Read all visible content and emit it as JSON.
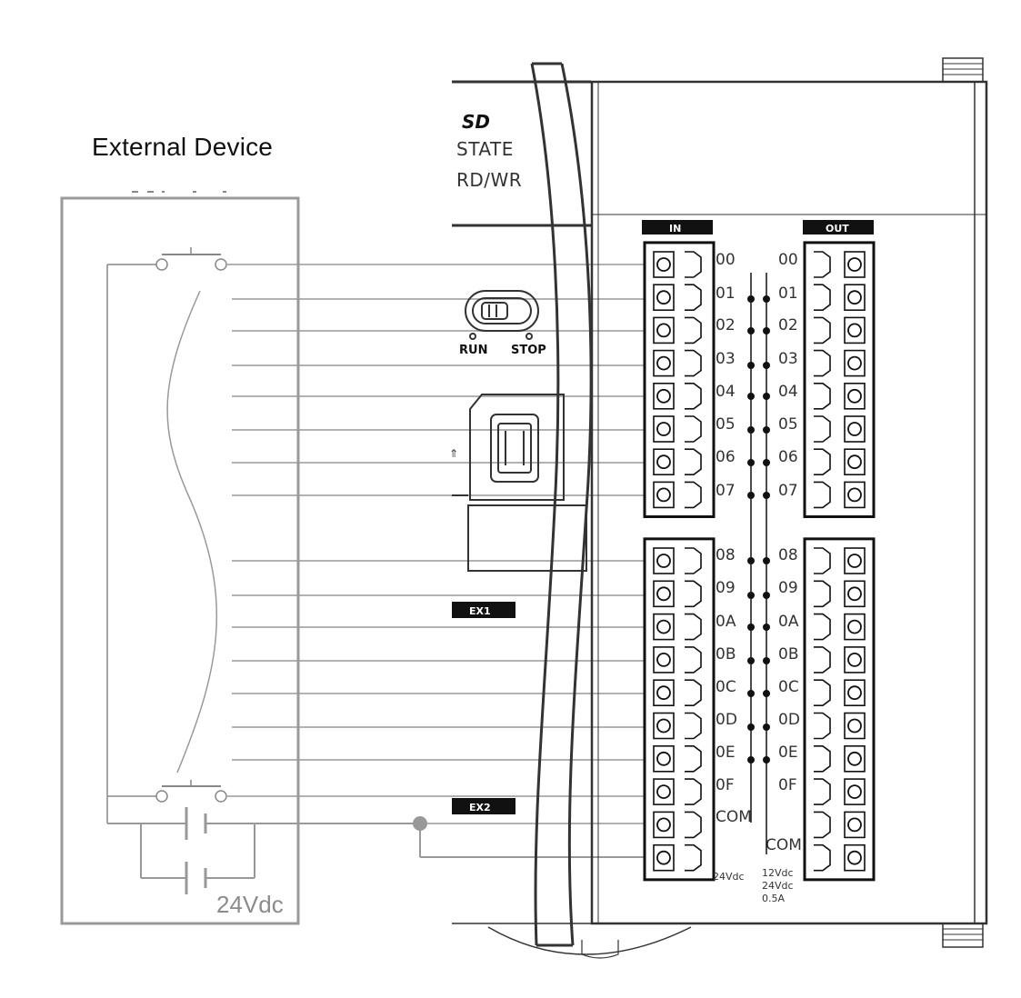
{
  "external_device": {
    "title": "External Device",
    "supply_label": "24Vdc"
  },
  "plc": {
    "sd_logo": "SD",
    "led_state": "STATE",
    "led_rdwr": "RD/WR",
    "switch_run": "RUN",
    "switch_stop": "STOP",
    "input_terminals": [
      "00",
      "01",
      "02",
      "03",
      "04",
      "05",
      "06",
      "07",
      "08",
      "09",
      "0A",
      "0B",
      "0C",
      "0D",
      "0E",
      "0F",
      "COM"
    ],
    "output_terminals": [
      "00",
      "01",
      "02",
      "03",
      "04",
      "05",
      "06",
      "07",
      "08",
      "09",
      "0A",
      "0B",
      "0C",
      "0D",
      "0E",
      "0F",
      "COM"
    ],
    "input_rating": "24Vdc",
    "output_rating": [
      "12Vdc",
      "24Vdc",
      "0.5A"
    ],
    "block_tag_in": "IN",
    "block_tag_out": "OUT",
    "side_tag_1": "EX1",
    "side_tag_2": "EX2"
  }
}
